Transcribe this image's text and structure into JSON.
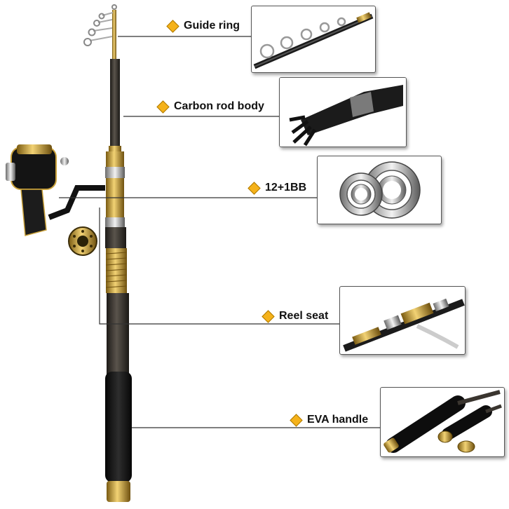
{
  "features": [
    {
      "id": "guide",
      "label": "Guide ring",
      "icon": "diamond-icon"
    },
    {
      "id": "carbon",
      "label": "Carbon rod body",
      "icon": "diamond-icon"
    },
    {
      "id": "bearing",
      "label": "12+1BB",
      "icon": "diamond-icon"
    },
    {
      "id": "seat",
      "label": "Reel seat",
      "icon": "diamond-icon"
    },
    {
      "id": "handle",
      "label": "EVA handle",
      "icon": "diamond-icon"
    }
  ],
  "colors": {
    "accent": "#f5b21a",
    "gold": "#c9a13a",
    "carbon": "#3a352f",
    "line": "#333333"
  }
}
